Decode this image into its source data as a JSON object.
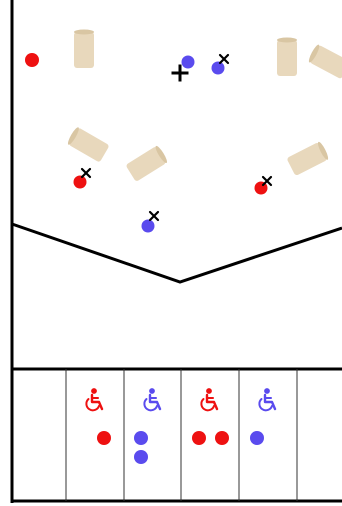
{
  "colors": {
    "red_team": "#ee1111",
    "blue_team": "#5a4bee",
    "obstacle": "#e8d8bc",
    "marker": "#000000",
    "wall": "#000000",
    "background": "#ffffff"
  },
  "icons": {
    "target": "x-mark-icon",
    "cursor": "crosshair-plus-icon",
    "bin_label": "wheelchair-icon"
  },
  "bins": [
    {
      "team": "red",
      "ball_count": 1
    },
    {
      "team": "blue",
      "ball_count": 2
    },
    {
      "team": "red",
      "ball_count": 2
    },
    {
      "team": "blue",
      "ball_count": 1
    }
  ]
}
